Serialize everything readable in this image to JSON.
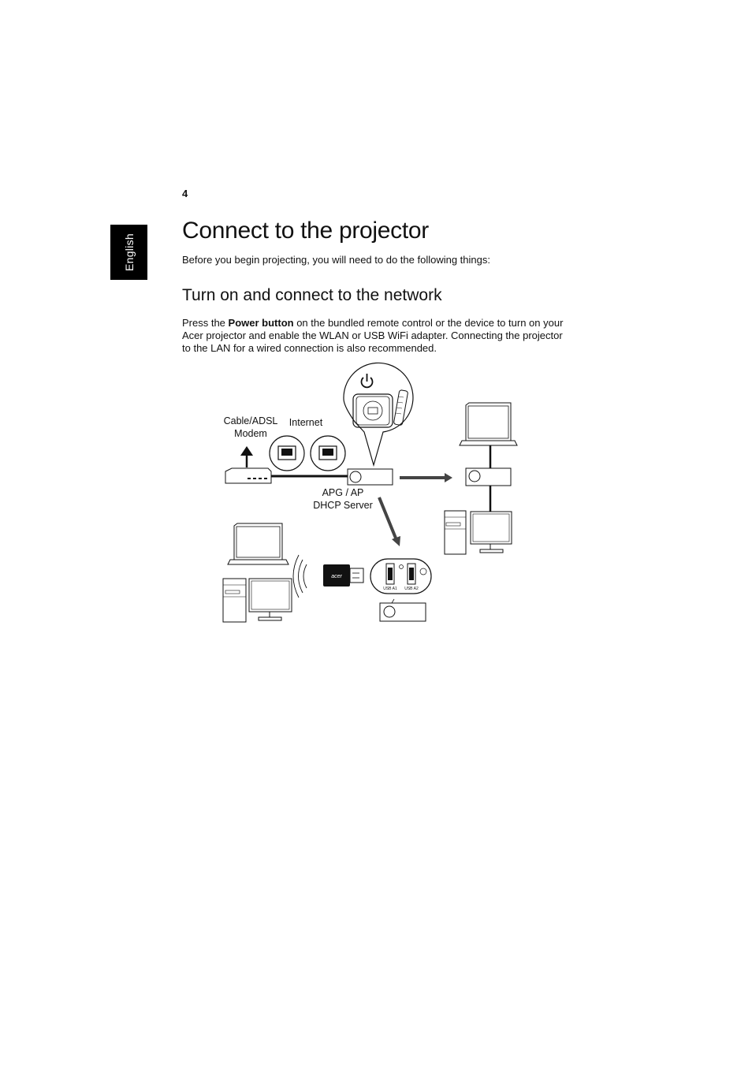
{
  "page": {
    "number": "4",
    "language_tab": "English",
    "title": "Connect to the projector",
    "intro": "Before you begin projecting, you will need to do the following things:"
  },
  "section": {
    "title": "Turn on and connect to the network",
    "body_prefix": "Press the ",
    "body_bold": "Power button",
    "body_suffix": " on the bundled remote control or the device to turn on your Acer projector and enable the WLAN or USB WiFi adapter. Connecting the projector to the LAN for a wired connection is also recommended."
  },
  "diagram": {
    "label_modem_line1": "Cable/ADSL",
    "label_modem_line2": "Modem",
    "label_internet": "Internet",
    "label_server_line1": "APG / AP",
    "label_server_line2": "DHCP Server",
    "usb_port_1": "USB A1",
    "usb_port_2": "USB A2",
    "adapter_brand": "acer"
  }
}
